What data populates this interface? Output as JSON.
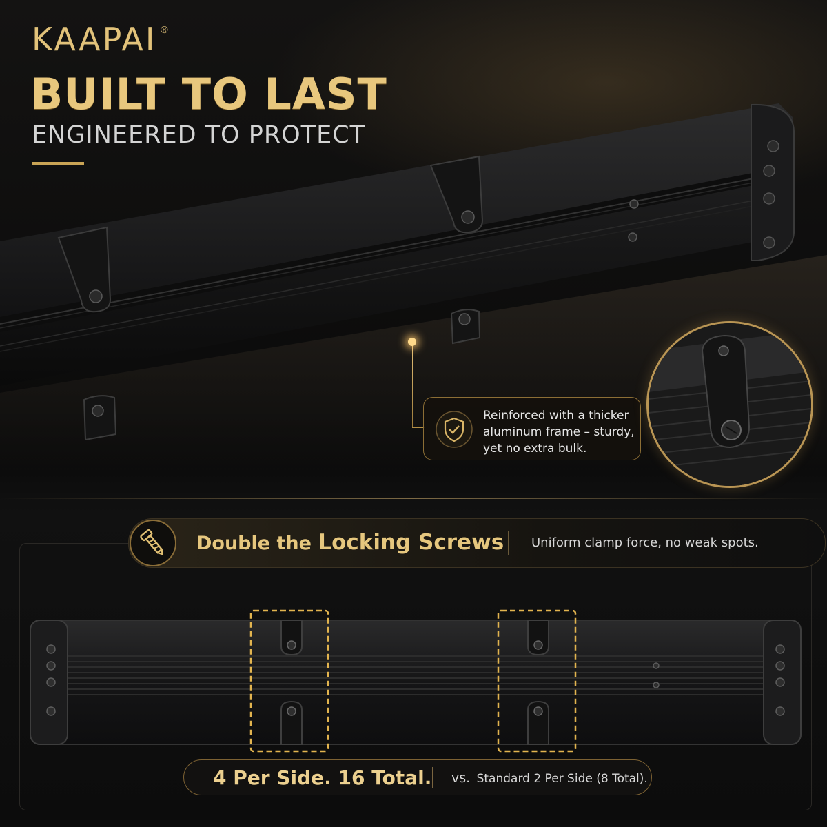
{
  "brand": {
    "name": "KAAPAI",
    "mark": "®"
  },
  "headline": "BUILT TO LAST",
  "subheadline": "ENGINEERED TO PROTECT",
  "callout": {
    "icon": "shield-check-icon",
    "text": "Reinforced with a thicker aluminum frame – sturdy, yet no extra bulk."
  },
  "banner": {
    "icon": "screw-icon",
    "title_prefix": "Double the",
    "title_emphasis": "Locking Screws",
    "note": "Uniform clamp force, no weak spots."
  },
  "footer": {
    "main": "4 Per Side. 16 Total.",
    "vs": "vs.",
    "comparison": "Standard 2 Per Side (8 Total)."
  },
  "colors": {
    "gold": "#d9b567",
    "background": "#0b0b0c",
    "case": "#1a1a1b"
  }
}
